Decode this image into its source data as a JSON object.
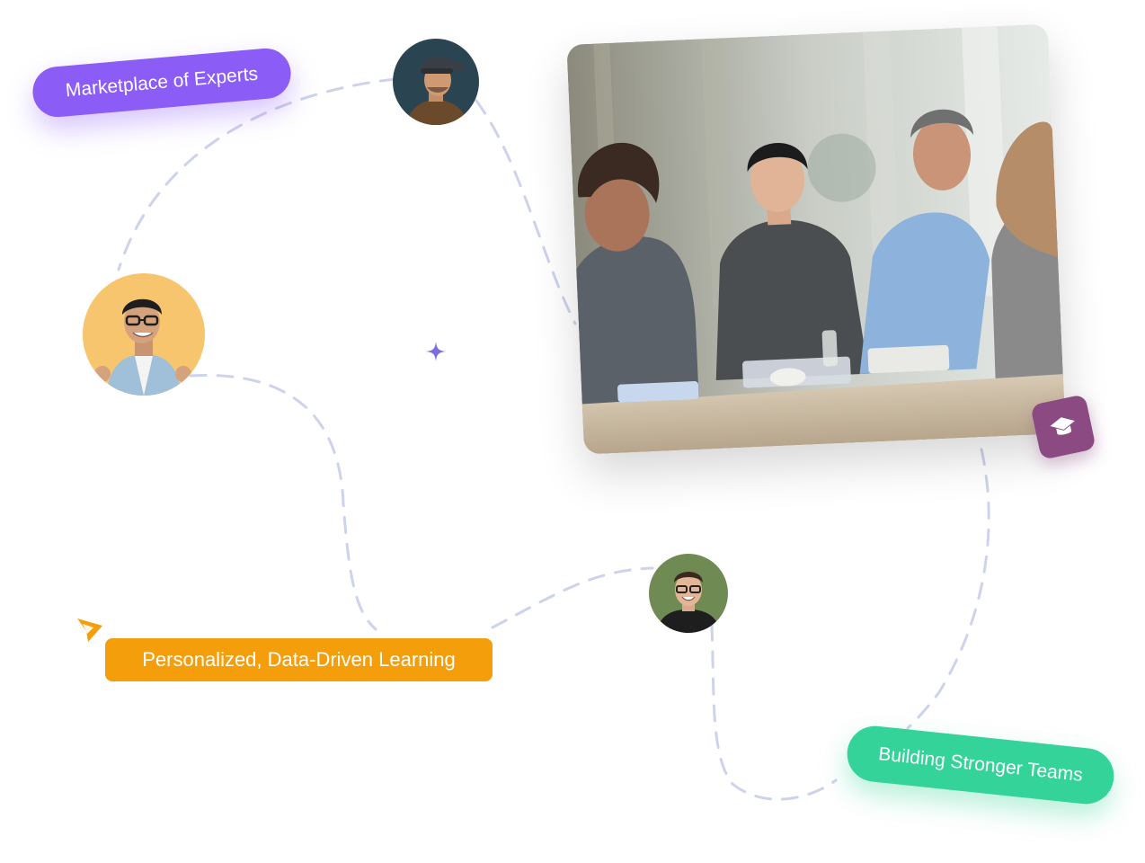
{
  "labels": {
    "marketplace": "Marketplace of Experts",
    "personalized": "Personalized, Data-Driven Learning",
    "teams": "Building Stronger Teams"
  },
  "icons": {
    "badge": "graduation-cap-icon",
    "sparkle": "sparkle-icon",
    "pointer": "cursor-arrow-icon"
  },
  "colors": {
    "purple": "#8b5cf6",
    "orange": "#f59e0b",
    "green": "#34d399",
    "badge": "#8c4a82",
    "dash": "#cdd3ec",
    "sparkle": "#7b6fe0"
  }
}
